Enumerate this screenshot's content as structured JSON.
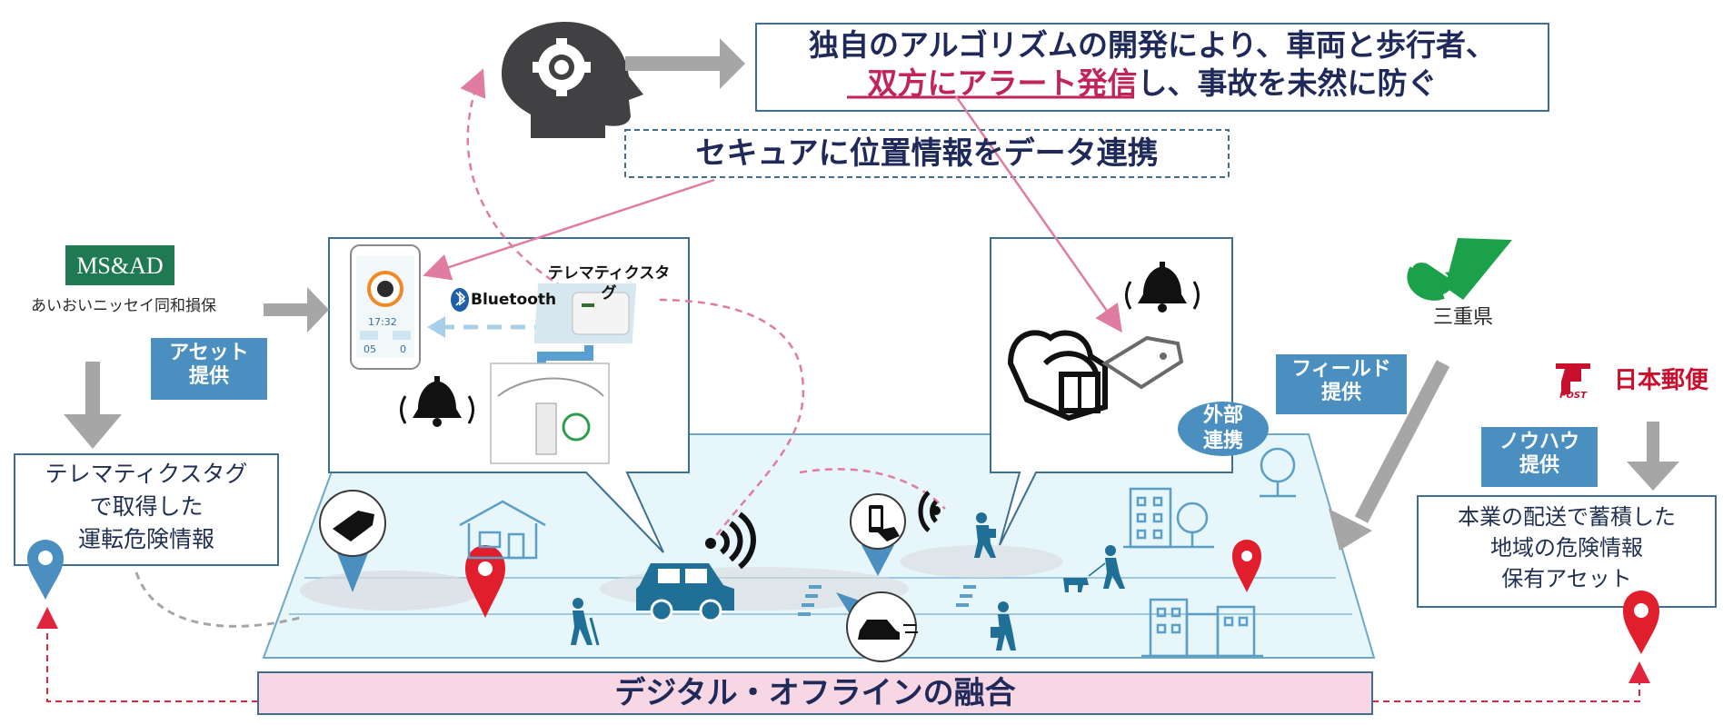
{
  "headline": {
    "line1": "独自のアルゴリズムの開発により、車両と歩行者、",
    "line2_emphasis": "双方にアラート発信",
    "line2_rest": "し、事故を未然に防ぐ"
  },
  "secure_sharing": "セキュアに位置情報をデータ連携",
  "bottom_banner": "デジタル・オフラインの融合",
  "msad": {
    "logo": "MS&AD",
    "company": "あいおいニッセイ同和損保",
    "badge_line1": "アセット",
    "badge_line2": "提供",
    "info_line1": "テレマティクスタグ",
    "info_line2": "で取得した",
    "info_line3": "運転危険情報"
  },
  "device": {
    "tag_label": "テレマティクスタグ",
    "bluetooth_label": "Bluetooth",
    "phone_time": "17:32",
    "phone_value_a": "05",
    "phone_value_b": "0"
  },
  "mie": {
    "name": "三重県",
    "badge_line1": "フィールド",
    "badge_line2": "提供"
  },
  "japan_post": {
    "post_mark": "POST",
    "name": "日本郵便",
    "badge_line1": "ノウハウ",
    "badge_line2": "提供",
    "info_line1": "本業の配送で蓄積した",
    "info_line2": "地域の危険情報",
    "info_line3": "保有アセット"
  },
  "external": {
    "line1": "外部",
    "line2": "連携"
  },
  "icons": [
    "brain-gear-icon",
    "bell-icon",
    "bluetooth-icon",
    "car-icon",
    "wifi-icon",
    "pedestrian-icon",
    "map-pin-icon",
    "building-icon",
    "tree-icon",
    "house-icon",
    "bag-icon",
    "tag-icon",
    "smartphone-icon",
    "steering-wheel-icon"
  ],
  "colors": {
    "navy": "#1f2a5a",
    "accent_red": "#c8102e",
    "emphasis_crimson": "#c0245a",
    "badge_blue": "#4a8fbf",
    "road_fill": "#e6f6fa",
    "banner_pink": "#f6d7e3",
    "pin_blue": "#4a8fbf",
    "pin_red": "#e01e2c",
    "msad_green": "#1f7a52",
    "mie_green": "#1aa149"
  }
}
